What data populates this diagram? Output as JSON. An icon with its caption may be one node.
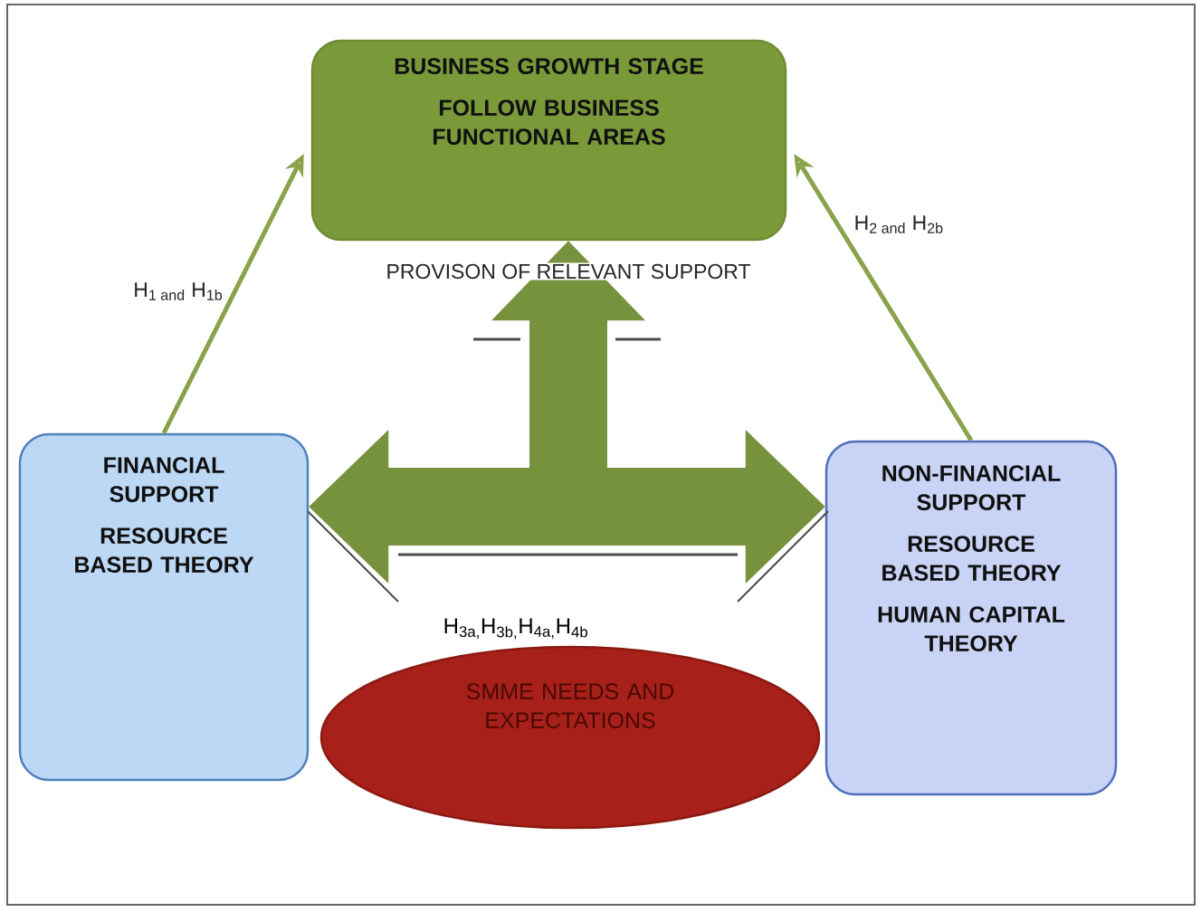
{
  "diagram": {
    "nodes": [
      {
        "text": [
          "BUSINESS GROWTH STAGE",
          "FOLLOW BUSINESS FUNCTIONAL AREAS"
        ]
      },
      {
        "text": [
          "FINANCIAL SUPPORT",
          "RESOURCE BASED THEORY"
        ]
      },
      {
        "text": [
          "NON-FINANCIAL SUPPORT",
          "RESOURCE BASED THEORY",
          "HUMAN CAPITAL THEORY"
        ]
      },
      {
        "text": [
          "SMME NEEDS AND EXPECTATIONS"
        ],
        "beside": [
          "H$_{3a,}$H$_{3b,}$H$_{4a,}$H$_{4b}$"
        ]
      }
    ],
    "edges": [
      {
        "from": 1,
        "to": 0,
        "arrow": "to",
        "label": "H$_{1 and}$ H$_{1b}$"
      },
      {
        "from": 2,
        "to": 0,
        "arrow": "to",
        "label": "H$_{2 and}$ H$_{2b}$"
      },
      {
        "from": 1,
        "to": 2,
        "arrow": "both",
        "style": "thick"
      },
      {
        "from": null,
        "to": 0,
        "arrow": "to",
        "style": "thick",
        "label": "PROVISON OF RELEVANT SUPPORT"
      }
    ]
  }
}
